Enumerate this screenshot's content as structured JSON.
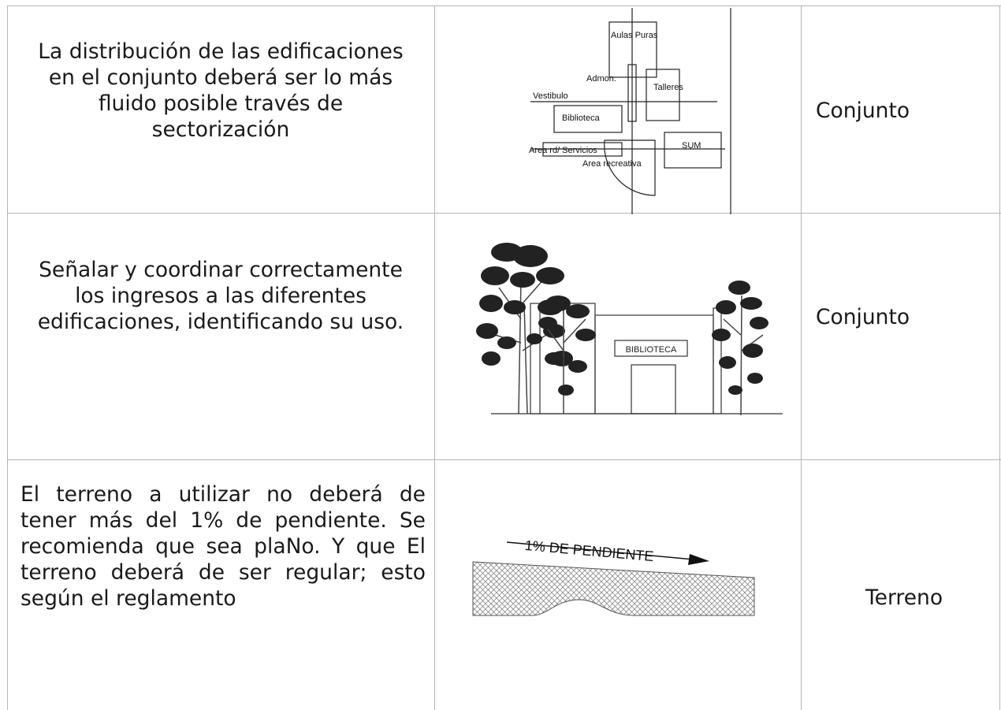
{
  "rows": [
    {
      "description": "La distribución de las edificaciones en el conjunto deberá ser lo más fluido posible través de sectorización",
      "diagram_labels": {
        "aulas": "Aulas Puras",
        "admon": "Admon.",
        "talleres": "Talleres",
        "vestibulo": "Vestibulo",
        "biblioteca": "Biblioteca",
        "area_servicios": "Area rd/ Servicios",
        "sum": "SUM",
        "area_recreativa": "Area recreativa"
      },
      "category": "Conjunto"
    },
    {
      "description": "Señalar y coordinar correctamente los ingresos a las diferentes edificaciones, identificando su uso.",
      "sign_text": "BIBLIOTECA",
      "category": "Conjunto"
    },
    {
      "description": "El terreno a utilizar no deberá de tener más del 1% de pendiente. Se recomienda que sea plaNo. Y que El terreno deberá de ser regular; esto según el reglamento",
      "slope_label": "1% DE PENDIENTE",
      "category": "Terreno"
    }
  ]
}
